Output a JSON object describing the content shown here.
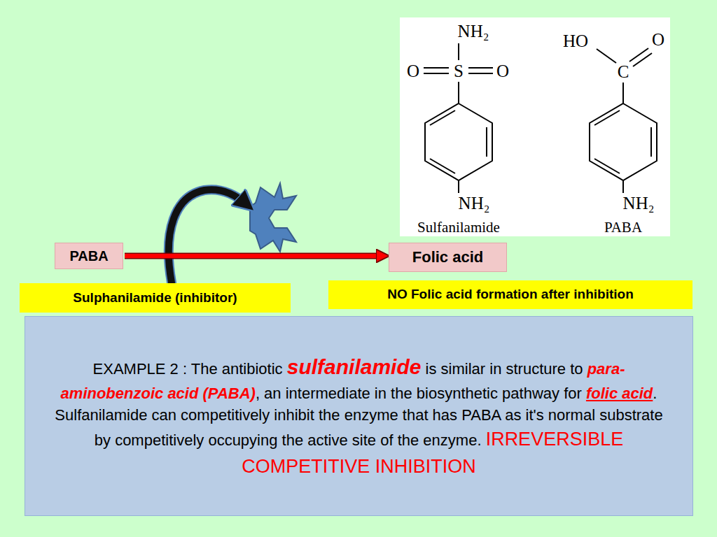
{
  "diagram": {
    "nodes": [
      {
        "text": [
          "PABA"
        ]
      },
      {
        "text": [
          "Folic acid"
        ]
      },
      {
        "text": [
          "Sulphanilamide (inhibitor)"
        ]
      },
      {
        "text": [
          "NO Folic acid formation after inhibition"
        ]
      },
      {
        "text": [
          "EXAMPLE 2 :  The antibiotic",
          "sulfanilamide",
          "is similar in structure to",
          "para-aminobenzoic acid (PABA)",
          ", an intermediate in the biosynthetic pathway for",
          "folic acid",
          ". Sulfanilamide can competitively inhibit the enzyme that has PABA as it's normal substrate by competitively occupying the active site of the enzyme.",
          "IRREVERSIBLE COMPETITIVE INHIBITION"
        ]
      }
    ],
    "edges": [
      {
        "from": 0,
        "to": 1,
        "arrow": "to"
      }
    ],
    "labels": [
      "NH₂",
      "O",
      "S",
      "O",
      "NH₂",
      "Sulfanilamide",
      "HO",
      "C",
      "O",
      "NH₂",
      "PABA"
    ]
  }
}
